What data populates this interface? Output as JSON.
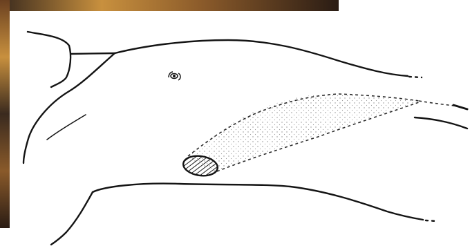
{
  "figure": {
    "background_color": "#ffffff",
    "line_color": "#141414",
    "dotted_region_color": "#8a8a8a",
    "hatch_color": "#1a1a1a",
    "photo_strip_colors": [
      "#3a2a1e",
      "#8a5a2a",
      "#c8903e",
      "#6a4020",
      "#2a1c14"
    ],
    "elements": [
      "torso-outline",
      "upper-back-line",
      "shoulder-outline",
      "neck-line",
      "nipple-mark",
      "lower-body-line",
      "arm-crease",
      "hatched-incision",
      "dotted-tunnel-region"
    ]
  }
}
